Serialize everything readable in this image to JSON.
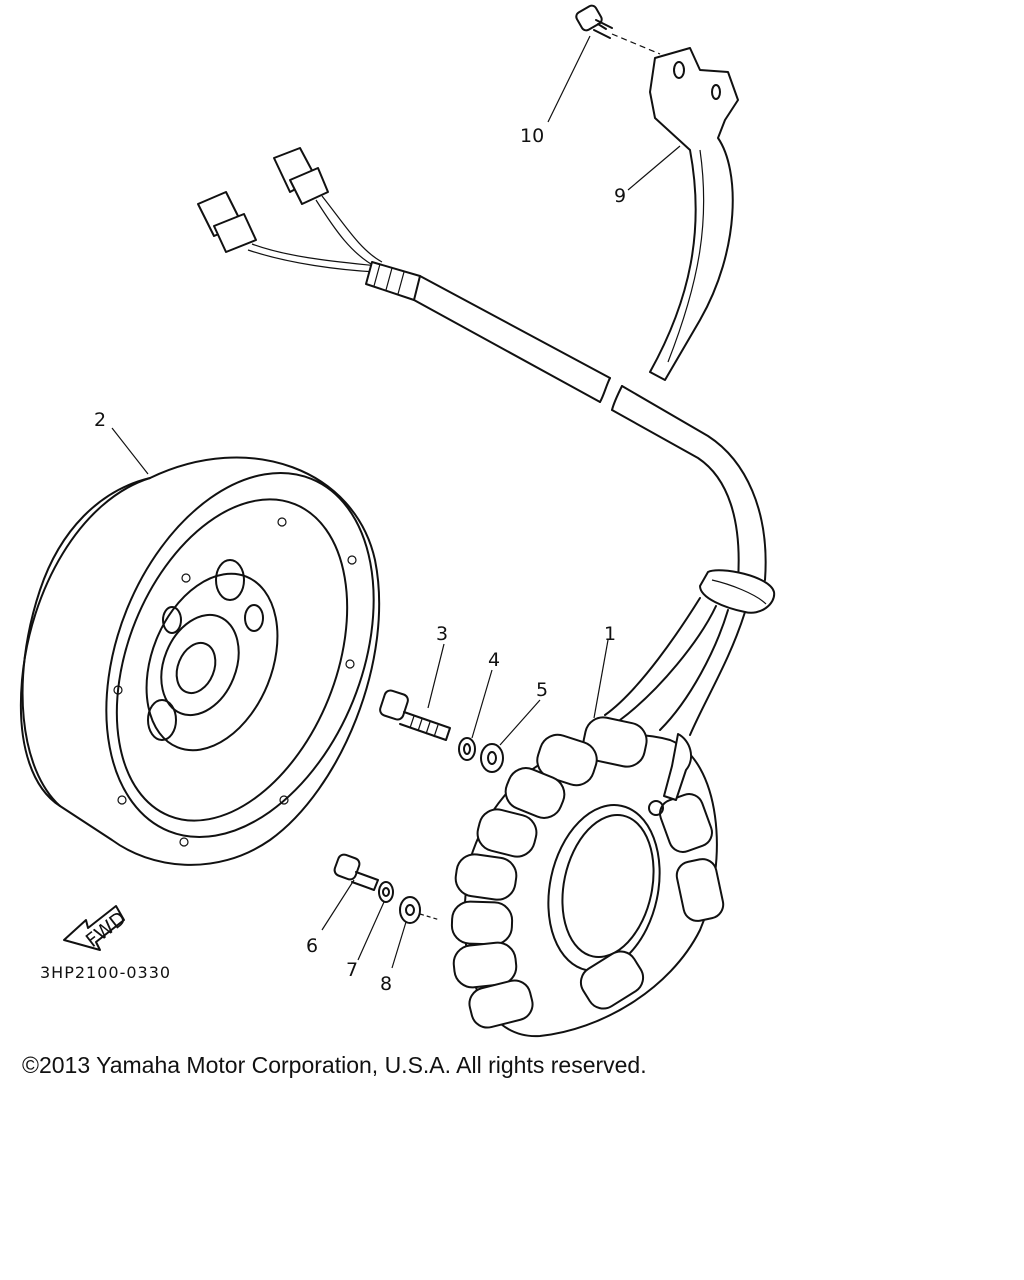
{
  "diagram": {
    "part_numbers": [
      "1",
      "2",
      "3",
      "4",
      "5",
      "6",
      "7",
      "8",
      "9",
      "10"
    ],
    "fwd_arrow_label": "FWD",
    "drawing_code": "3HP2100-0330"
  },
  "footer": {
    "copyright": "©2013 Yamaha Motor Corporation, U.S.A. All rights reserved."
  }
}
